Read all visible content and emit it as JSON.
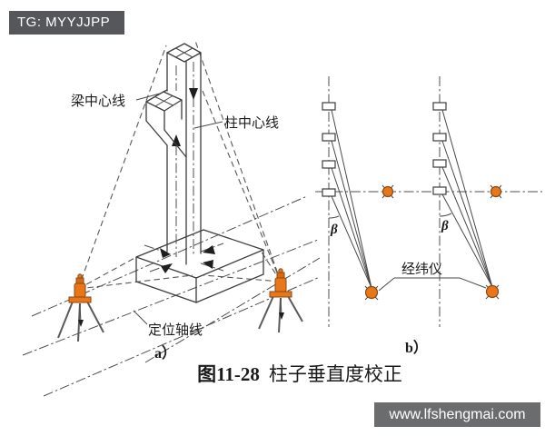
{
  "watermark_top": {
    "text": "TG: MYYJJPP"
  },
  "watermark_bottom": {
    "text": "www.lfshengmai.com"
  },
  "figure": {
    "caption_number": "图11-28",
    "caption_title": "柱子垂直度校正",
    "panel_a": {
      "label": "a）",
      "beam_centerline_label": "梁中心线",
      "column_centerline_label": "柱中心线",
      "positioning_axis_label": "定位轴线"
    },
    "panel_b": {
      "label": "b）",
      "theodolite_label": "经纬仪",
      "angle_label_left": "β",
      "angle_label_right": "β"
    },
    "colors": {
      "accent_orange": "#e8771c",
      "accent_orange_dark": "#8a4a10",
      "line_gray": "#3d3d3d",
      "badge_dark": "#56575a",
      "badge_gray": "#6b6c6e"
    }
  }
}
